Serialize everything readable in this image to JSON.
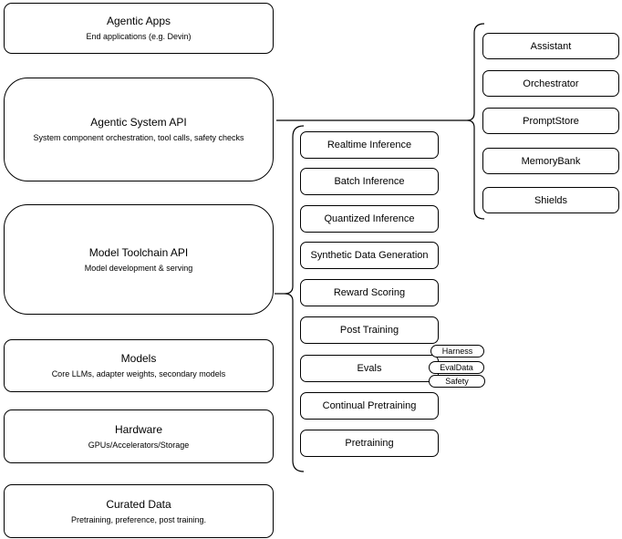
{
  "diagram": {
    "left_stack": [
      {
        "title": "Agentic Apps",
        "subtitle": "End applications (e.g. Devin)"
      },
      {
        "title": "Agentic System API",
        "subtitle": "System component orchestration, tool calls, safety checks"
      },
      {
        "title": "Model Toolchain API",
        "subtitle": "Model development & serving"
      },
      {
        "title": "Models",
        "subtitle": "Core LLMs, adapter weights, secondary models"
      },
      {
        "title": "Hardware",
        "subtitle": "GPUs/Accelerators/Storage"
      },
      {
        "title": "Curated Data",
        "subtitle": "Pretraining, preference, post training."
      }
    ],
    "toolchain_components": [
      "Realtime Inference",
      "Batch Inference",
      "Quantized Inference",
      "Synthetic Data Generation",
      "Reward Scoring",
      "Post Training",
      "Evals",
      "Continual Pretraining",
      "Pretraining"
    ],
    "evals_tags": [
      "Harness",
      "EvalData",
      "Safety"
    ],
    "system_components": [
      "Assistant",
      "Orchestrator",
      "PromptStore",
      "MemoryBank",
      "Shields"
    ],
    "colors": {
      "stroke": "#000000",
      "fill": "#ffffff",
      "background": "#ffffff",
      "text": "#000000"
    }
  }
}
